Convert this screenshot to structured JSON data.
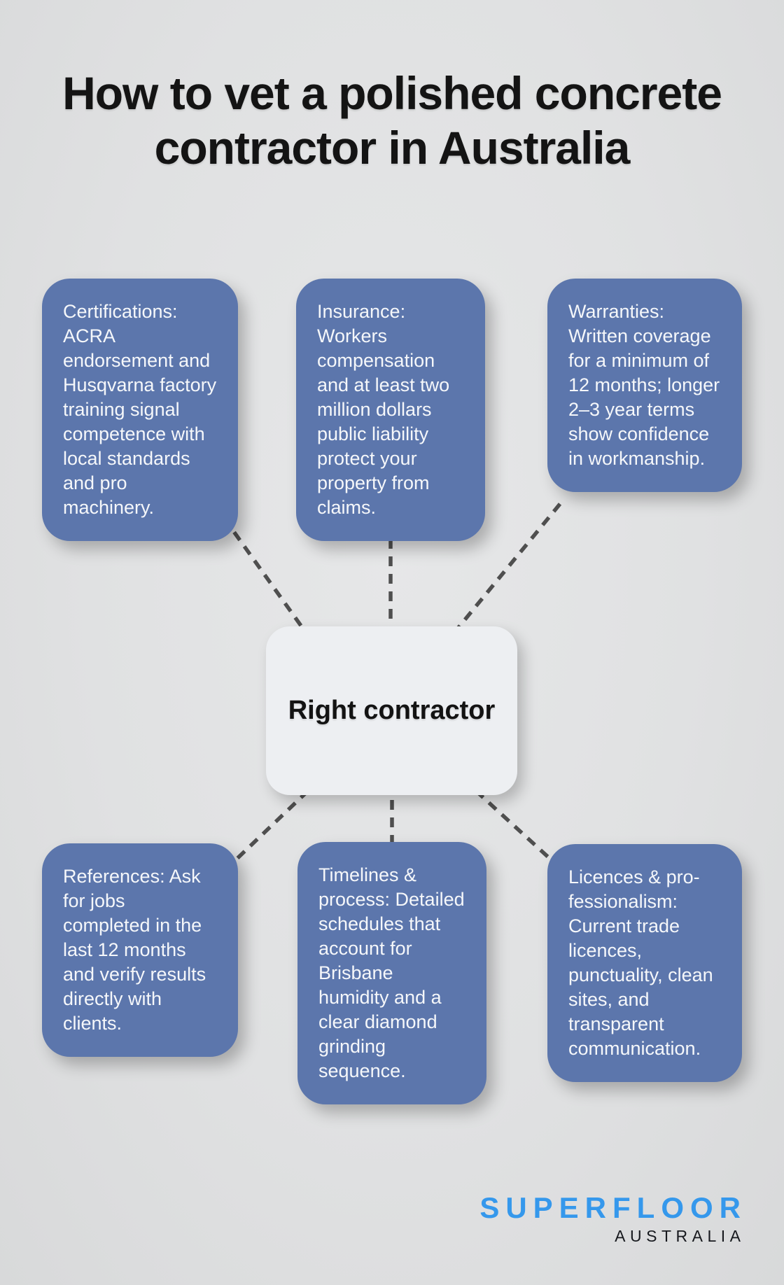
{
  "title": "How to vet a polished concrete contractor in Australia",
  "center_node": {
    "label": "Right contractor"
  },
  "nodes": [
    {
      "id": "certifications",
      "text": "Certifications: ACRA endorsement and Husqvarna factory training signal competence with local standards and pro machinery."
    },
    {
      "id": "insurance",
      "text": "Insurance: Workers compensation and at least two million dollars public liability protect your property from claims."
    },
    {
      "id": "warranties",
      "text": "Warranties: Written coverage for a minimum of 12 months; longer 2–3 year terms show confidence in workmanship."
    },
    {
      "id": "references",
      "text": "References: Ask for jobs completed in the last 12 months and verify results directly with clients."
    },
    {
      "id": "timelines",
      "text": "Timelines & process: Detailed schedules that account for Brisbane humidity and a clear diamond grinding sequence."
    },
    {
      "id": "licences",
      "text": "Licences & pro-fessionalism: Current trade licences, punctuality, clean sites, and transparent communication."
    }
  ],
  "logo": {
    "brand": "SUPERFLOOR",
    "region": "AUSTRALIA"
  },
  "colors": {
    "background": "#e0e1e2",
    "node_fill": "#5C76AC",
    "node_text": "#f5f7fa",
    "center_fill": "#edeff2",
    "center_text": "#131313",
    "connector": "#4f4f4f",
    "title_text": "#141414",
    "logo_blue": "#3598EC",
    "logo_dark": "#17191e"
  }
}
